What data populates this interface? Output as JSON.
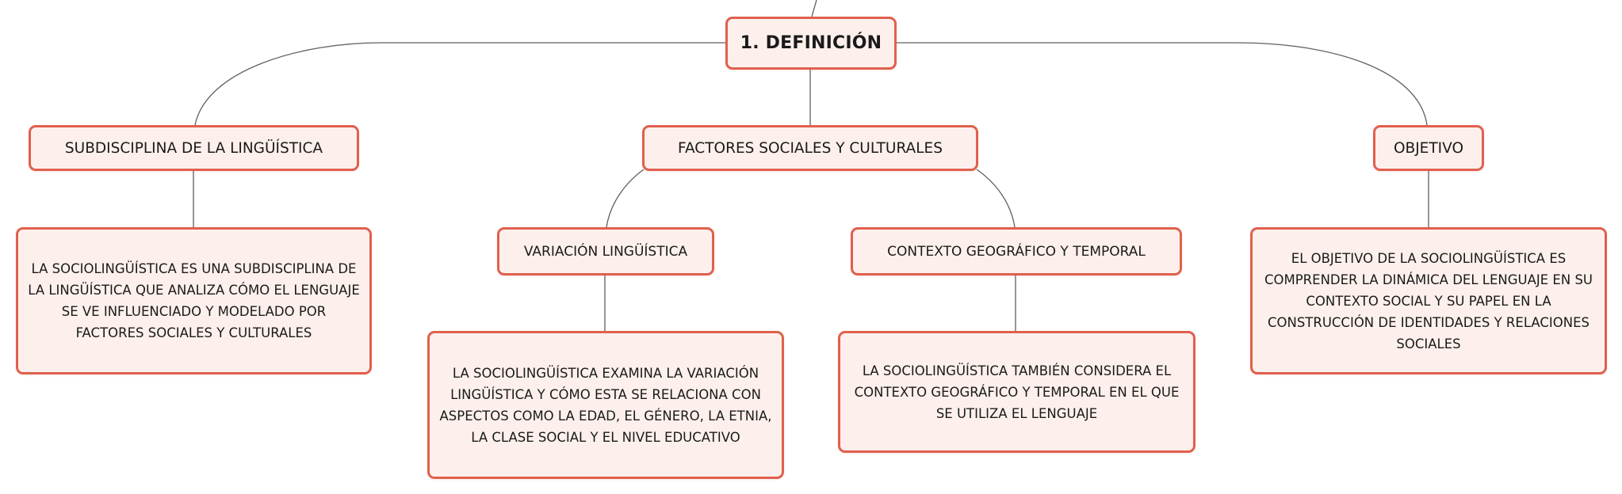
{
  "diagram": {
    "root": {
      "label": "1. DEFINICIÓN"
    },
    "topics": {
      "subdiscipline": {
        "label": "SUBDISCIPLINA DE LA LINGÜÍSTICA",
        "detail": "LA SOCIOLINGÜÍSTICA ES UNA SUBDISCIPLINA DE LA LINGÜÍSTICA QUE ANALIZA CÓMO EL LENGUAJE SE VE INFLUENCIADO Y MODELADO POR FACTORES SOCIALES Y CULTURALES"
      },
      "social_factors": {
        "label": "FACTORES SOCIALES Y CULTURALES",
        "children": {
          "variation": {
            "label": "VARIACIÓN LINGÜÍSTICA",
            "detail": "LA SOCIOLINGÜÍSTICA EXAMINA LA VARIACIÓN LINGÜÍSTICA Y CÓMO ESTA SE RELACIONA CON ASPECTOS COMO LA EDAD, EL GÉNERO, LA ETNIA, LA CLASE SOCIAL Y EL NIVEL EDUCATIVO"
          },
          "context": {
            "label": "CONTEXTO GEOGRÁFICO Y TEMPORAL",
            "detail": "LA SOCIOLINGÜÍSTICA TAMBIÉN CONSIDERA EL CONTEXTO GEOGRÁFICO Y TEMPORAL EN EL QUE SE UTILIZA EL LENGUAJE"
          }
        }
      },
      "objective": {
        "label": "OBJETIVO",
        "detail": "EL OBJETIVO DE LA SOCIOLINGÜÍSTICA ES COMPRENDER LA DINÁMICA DEL LENGUAJE EN SU CONTEXTO SOCIAL Y SU PAPEL EN LA CONSTRUCCIÓN DE IDENTIDADES Y RELACIONES SOCIALES"
      }
    }
  },
  "colors": {
    "node_border": "#e0604d",
    "node_fill": "#fdf0ec",
    "connector": "#5f5f5f",
    "text": "#1a1a1a"
  }
}
